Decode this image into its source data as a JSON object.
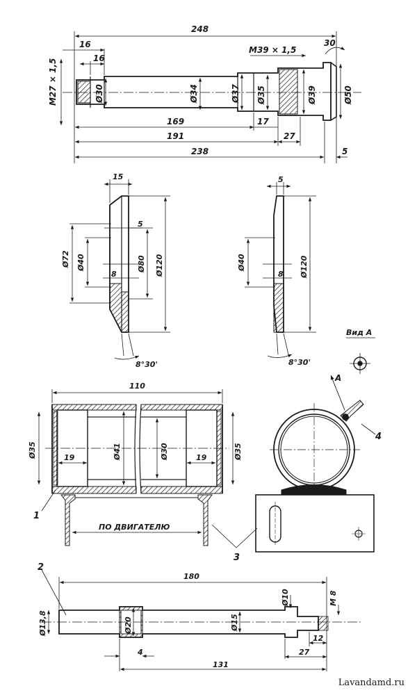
{
  "shaft": {
    "dims": {
      "d248": "248",
      "d16a": "16",
      "d16b": "16",
      "m39": "M39 × 1,5",
      "ang30": "30",
      "m27": "M27 × 1,5",
      "d30": "Ø30",
      "d34": "Ø34",
      "d37": "Ø37",
      "d35": "Ø35",
      "d39": "Ø39",
      "d50": "Ø50",
      "d169": "169",
      "d17": "17",
      "d191": "191",
      "d27": "27",
      "d238": "238",
      "d5": "5"
    }
  },
  "disc1": {
    "dims": {
      "d15": "15",
      "d5": "5",
      "d72": "Ø72",
      "d40": "Ø40",
      "d80": "Ø80",
      "d120": "Ø120",
      "d8": "8",
      "angle": "8°30'"
    }
  },
  "disc2": {
    "dims": {
      "d5": "5",
      "d40": "Ø40",
      "d120": "Ø120",
      "d8": "8",
      "angle": "8°30'"
    }
  },
  "viewA": {
    "label": "Вид А"
  },
  "housing": {
    "dims": {
      "d110": "110",
      "d35l": "Ø35",
      "d19l": "19",
      "d41": "Ø41",
      "d30": "Ø30",
      "d19r": "19",
      "d35r": "Ø35",
      "note": "ПО ДВИГАТЕЛЮ"
    },
    "labels": {
      "p1": "1",
      "p3": "3"
    }
  },
  "motor": {
    "arrowA": "А",
    "label4": "4"
  },
  "rod": {
    "label2": "2",
    "dims": {
      "d180": "180",
      "d138": "Ø13,8",
      "d20": "Ø20",
      "d15": "Ø15",
      "d10": "Ø10",
      "m8": "M 8",
      "d4": "4",
      "d12": "12",
      "d27": "27",
      "d131": "131"
    }
  },
  "watermark": "Lavandamd.ru"
}
